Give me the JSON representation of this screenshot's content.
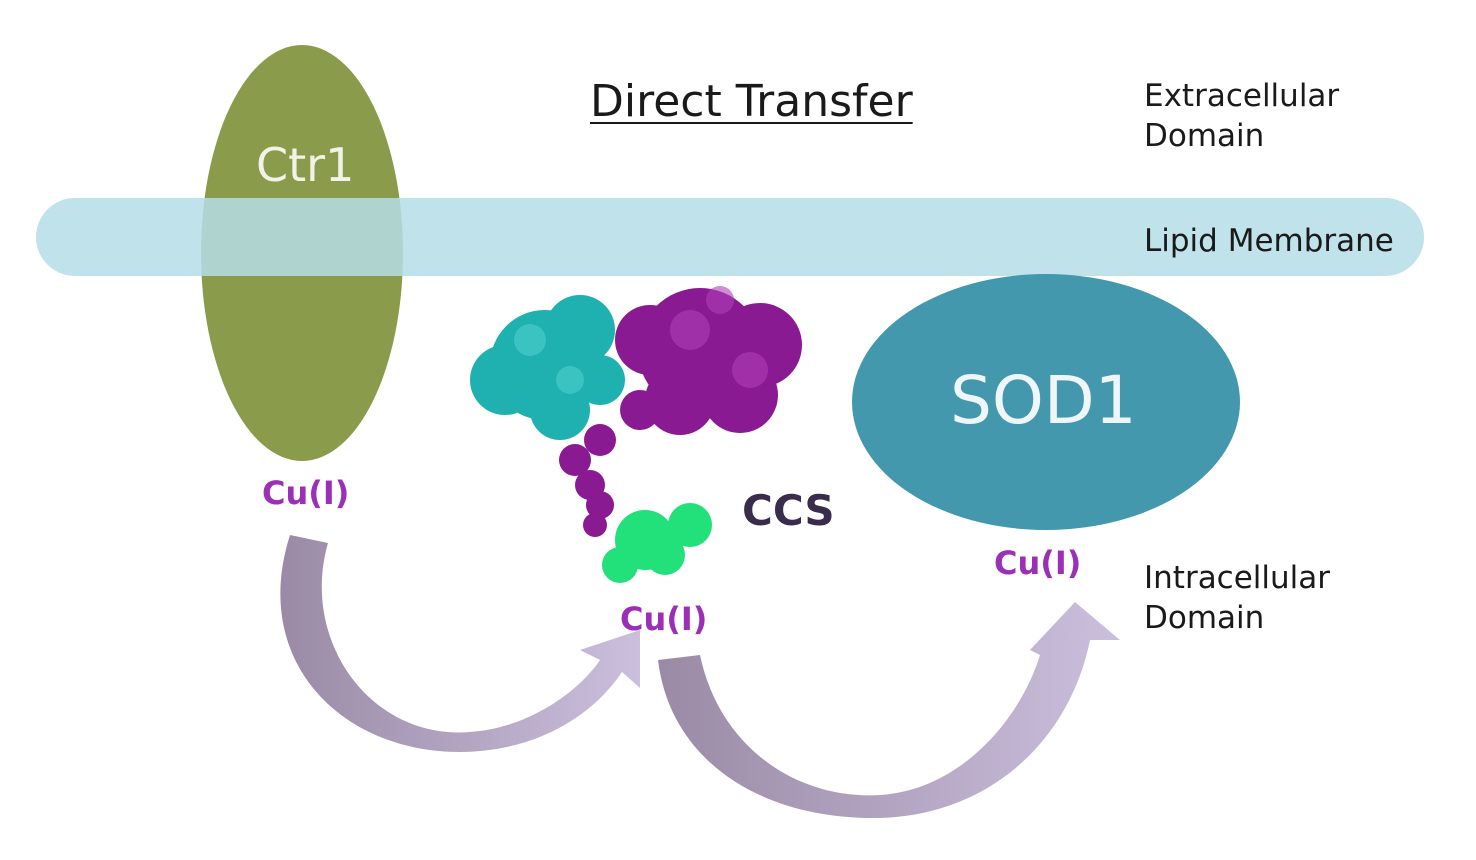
{
  "title": "Direct Transfer",
  "labels": {
    "extracellular": [
      "Extracellular",
      "Domain"
    ],
    "membrane": "Lipid Membrane",
    "intracellular": [
      "Intracellular",
      "Domain"
    ]
  },
  "proteins": {
    "ctr1": "Ctr1",
    "sod1": "SOD1",
    "ccs": "CCS"
  },
  "copper": [
    "Cu(I)",
    "Cu(I)",
    "Cu(I)"
  ],
  "colors": {
    "ctr1": "#8a9c4c",
    "membrane": "#b5dde6",
    "sod1": "#4398ad",
    "copper": "#9b2fb5",
    "arrow_dark": "#9a8aa6",
    "arrow_light": "#c9bcdc"
  }
}
